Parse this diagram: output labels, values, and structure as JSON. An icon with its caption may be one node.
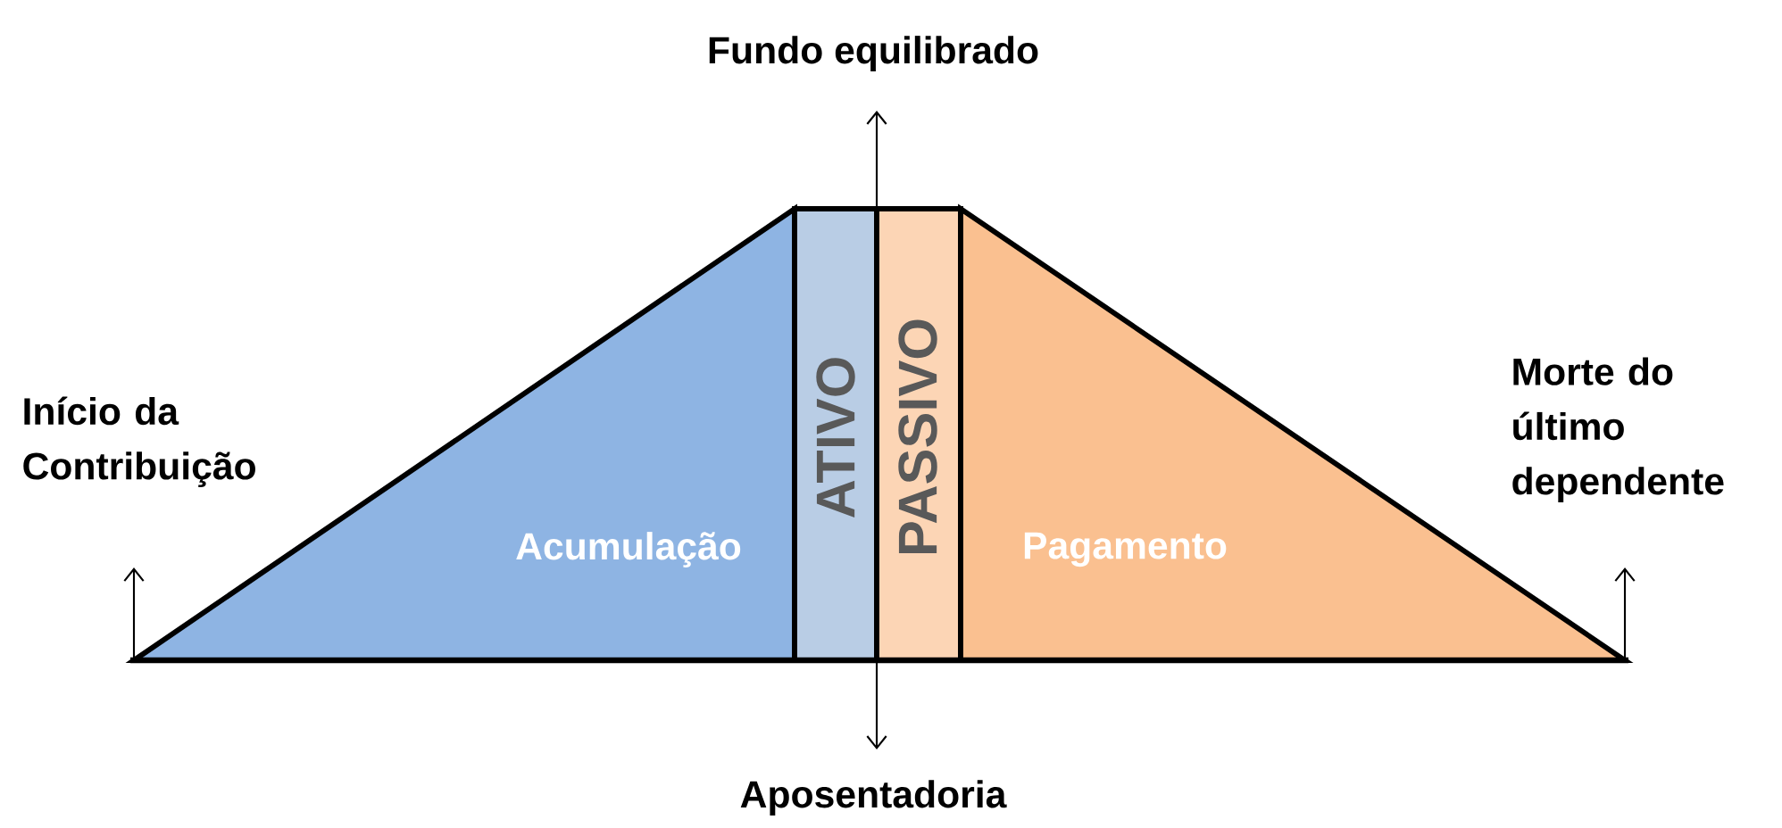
{
  "diagram": {
    "nodes": [
      {
        "text": [
          "Acumulação"
        ]
      },
      {
        "text": [
          "ATIVO"
        ]
      },
      {
        "text": [
          "PASSIVO"
        ]
      },
      {
        "text": [
          "Pagamento"
        ]
      }
    ],
    "labels": [
      "Fundo equilibrado",
      "Início da Contribuição",
      "Morte do último dependente",
      "Aposentadoria"
    ]
  }
}
